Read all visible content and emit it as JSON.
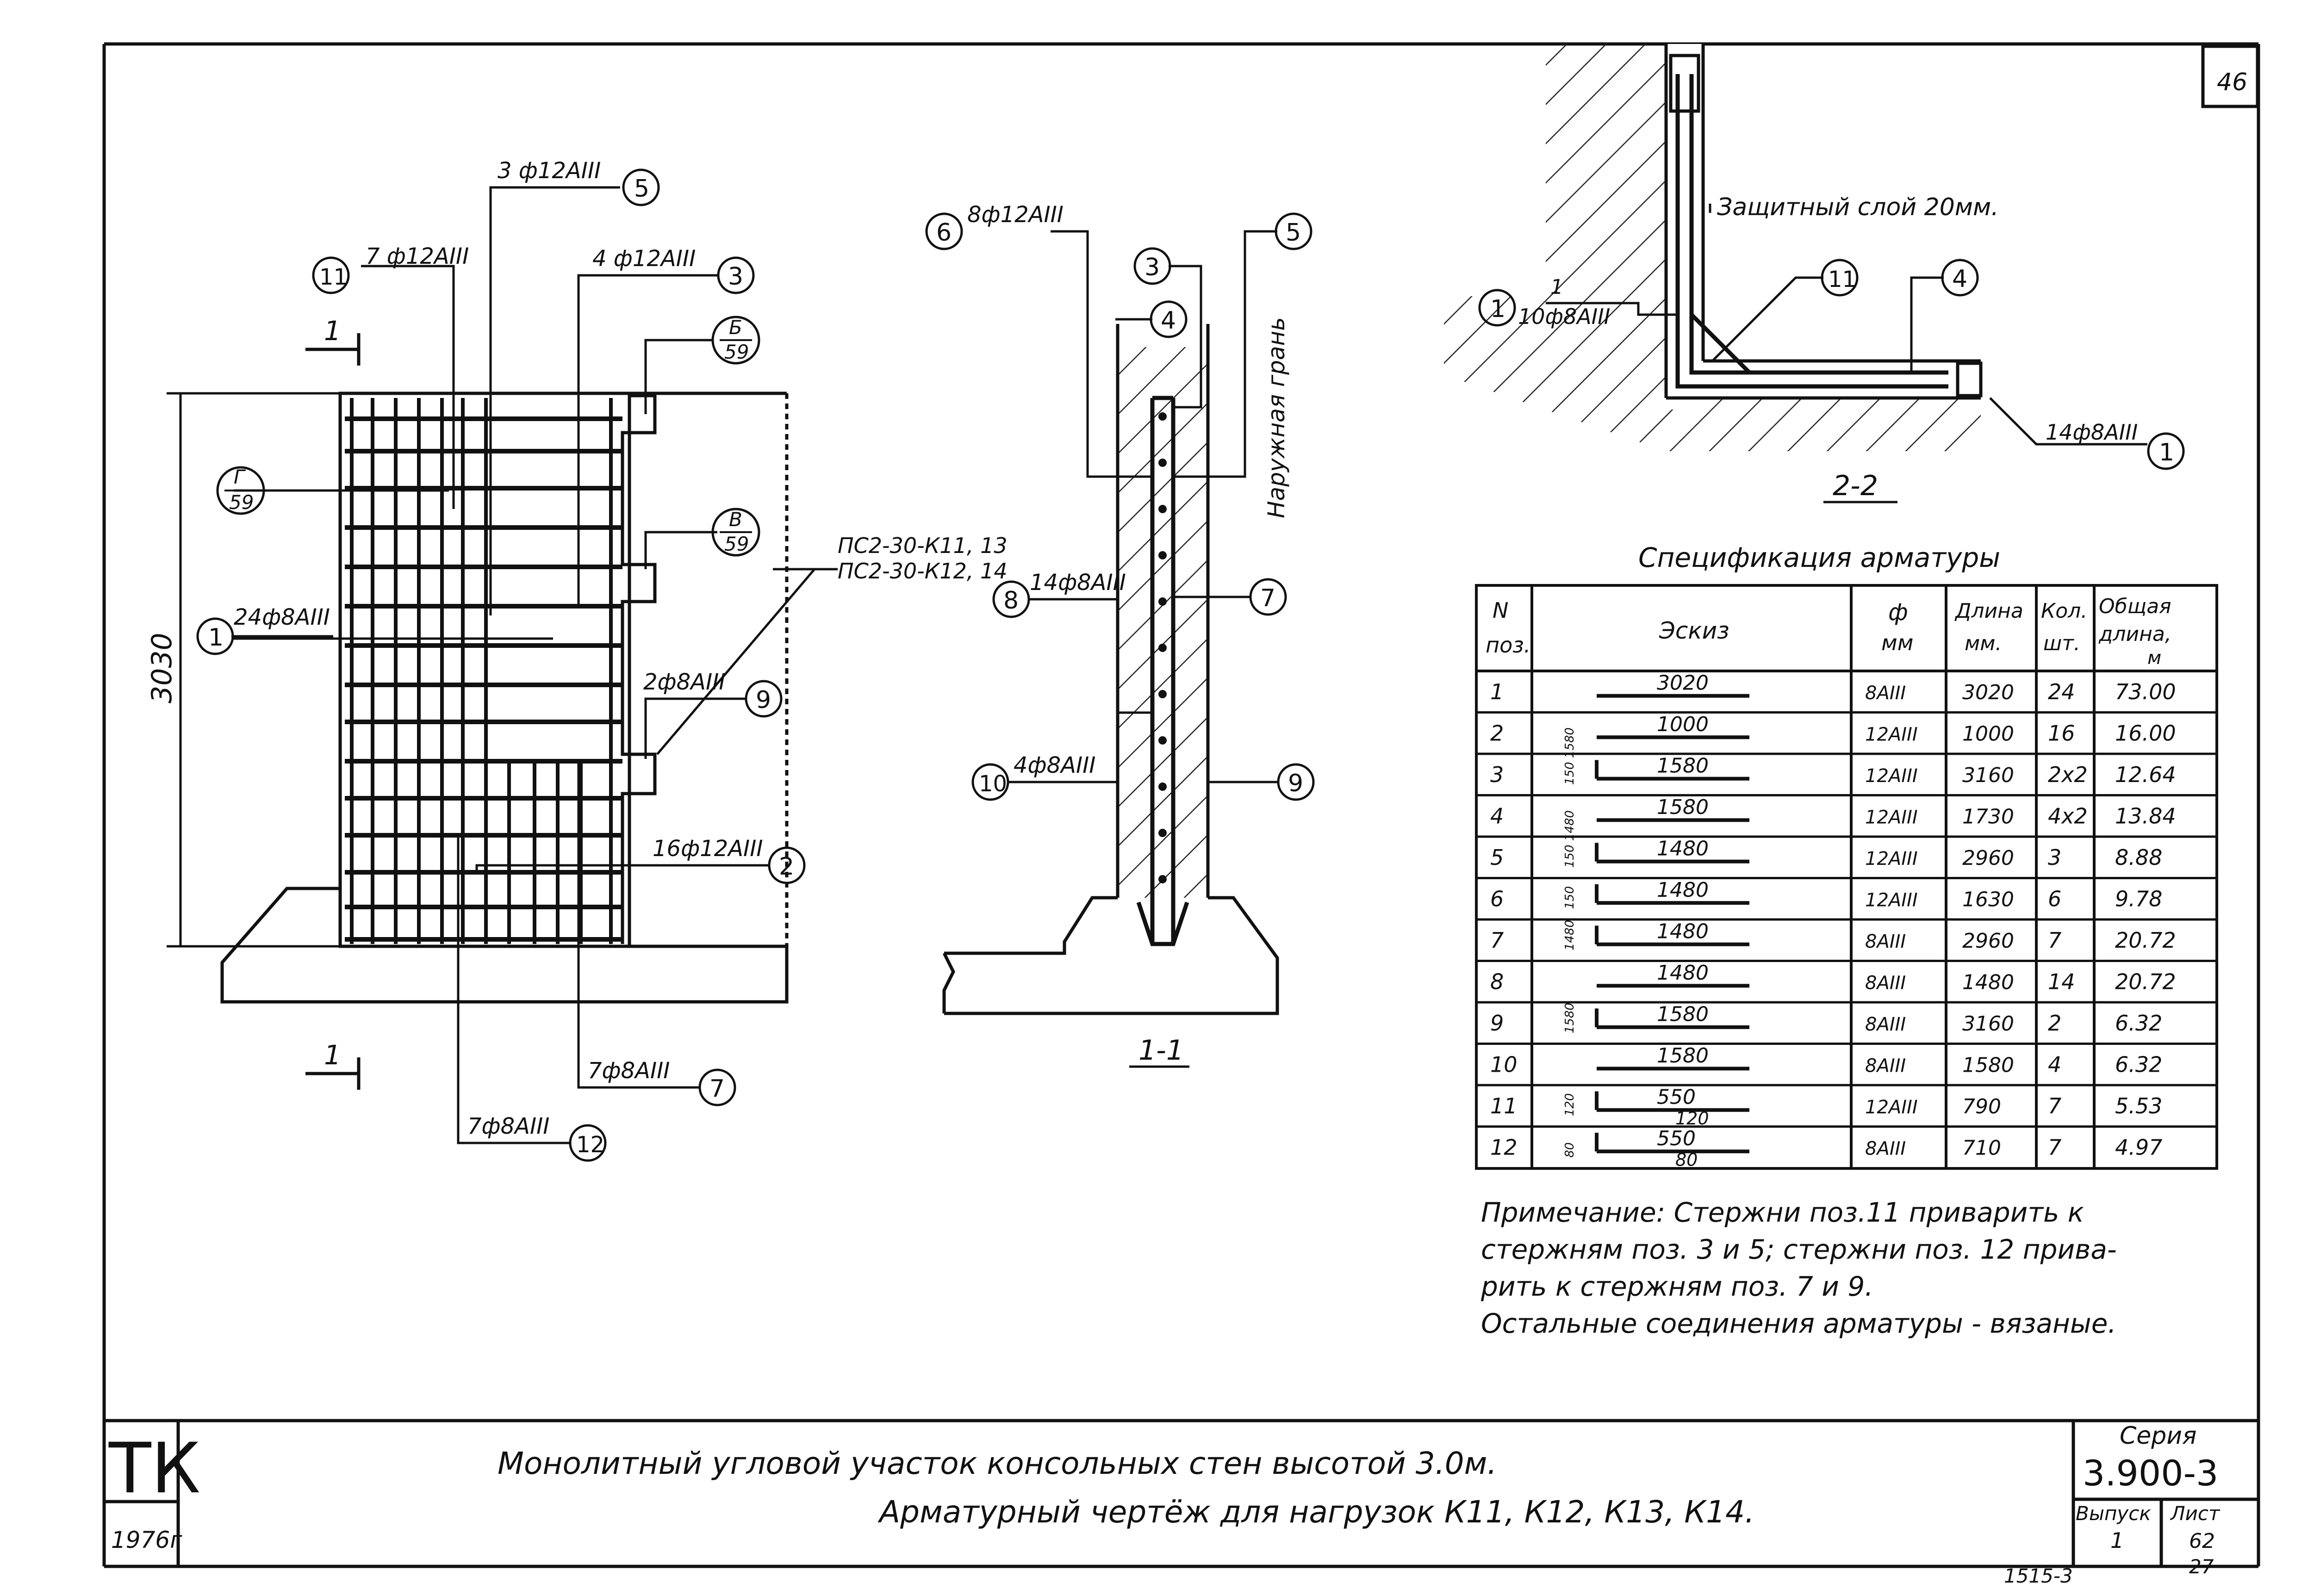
{
  "sheet": {
    "number": "46",
    "title_line1": "Монолитный угловой участок консольных стен высотой 3.0м.",
    "title_line2": "Арматурный чертёж для нагрузок К11, К12, К13, К14.",
    "logo": "ТК",
    "year": "1976г",
    "series_label": "Серия",
    "series_value": "3.900-3",
    "issue_label": "Выпуск",
    "issue_value": "1",
    "sheet_label": "Лист",
    "sheet_value": "62",
    "sheet_extra": "27",
    "stamp_bottom": "1515-3"
  },
  "front_view": {
    "height_dim": "3030",
    "cut_label": "1",
    "callouts": [
      {
        "num": "5",
        "text": "3 ф12АIII"
      },
      {
        "num": "11",
        "text": "7 ф12АIII"
      },
      {
        "num": "3",
        "text": "4 ф12АIII"
      },
      {
        "num": "Б/59",
        "text": ""
      },
      {
        "num": "Г/59",
        "text": ""
      },
      {
        "num": "В/59",
        "text": ""
      },
      {
        "num": "1",
        "text": "24ф8АIII"
      },
      {
        "num": "9",
        "text": "2ф8АIII"
      },
      {
        "num": "2",
        "text": "16ф12АIII"
      },
      {
        "num": "7",
        "text": "7ф8АIII"
      },
      {
        "num": "12",
        "text": "7ф8АIII"
      }
    ],
    "mesh_labels": [
      "ПС2-30-К11, 13",
      "ПС2-30-К12, 14"
    ]
  },
  "section_11": {
    "label": "1-1",
    "outer_face": "Наружная грань",
    "callouts": [
      {
        "num": "6",
        "text": "8ф12АIII"
      },
      {
        "num": "3",
        "text": ""
      },
      {
        "num": "5",
        "text": ""
      },
      {
        "num": "4",
        "text": ""
      },
      {
        "num": "8",
        "text": "14ф8АIII"
      },
      {
        "num": "7",
        "text": ""
      },
      {
        "num": "10",
        "text": "4ф8АIII"
      },
      {
        "num": "9",
        "text": ""
      }
    ]
  },
  "section_22": {
    "label": "2-2",
    "cover_note": "Защитный слой 20мм.",
    "callouts": [
      {
        "num": "1",
        "text": "10ф8АIII",
        "sub": "1"
      },
      {
        "num": "11",
        "text": ""
      },
      {
        "num": "4",
        "text": ""
      },
      {
        "num": "1",
        "text": "14ф8АIII"
      }
    ]
  },
  "spec": {
    "title": "Спецификация арматуры",
    "headers": {
      "pos": [
        "N",
        "поз."
      ],
      "sketch": "Эскиз",
      "dia": [
        "ф",
        "мм"
      ],
      "length": [
        "Длина",
        "мм."
      ],
      "qty": [
        "Кол.",
        "шт."
      ],
      "total": [
        "Общая",
        "длина,",
        "м"
      ]
    },
    "rows": [
      {
        "pos": "1",
        "sketch": "3020",
        "bend": "",
        "dia": "8АIII",
        "len": "3020",
        "qty": "24",
        "total": "73.00"
      },
      {
        "pos": "2",
        "sketch": "1000",
        "bend": "",
        "dia": "12АIII",
        "len": "1000",
        "qty": "16",
        "total": "16.00"
      },
      {
        "pos": "3",
        "sketch": "1580",
        "bend": "150 1580",
        "dia": "12АIII",
        "len": "3160",
        "qty": "2х2",
        "total": "12.64"
      },
      {
        "pos": "4",
        "sketch": "1580",
        "bend": "",
        "dia": "12АIII",
        "len": "1730",
        "qty": "4х2",
        "total": "13.84"
      },
      {
        "pos": "5",
        "sketch": "1480",
        "bend": "150 1480",
        "dia": "12АIII",
        "len": "2960",
        "qty": "3",
        "total": "8.88"
      },
      {
        "pos": "6",
        "sketch": "1480",
        "bend": "150",
        "dia": "12АIII",
        "len": "1630",
        "qty": "6",
        "total": "9.78"
      },
      {
        "pos": "7",
        "sketch": "1480",
        "bend": "1480",
        "dia": "8АIII",
        "len": "2960",
        "qty": "7",
        "total": "20.72"
      },
      {
        "pos": "8",
        "sketch": "1480",
        "bend": "",
        "dia": "8АIII",
        "len": "1480",
        "qty": "14",
        "total": "20.72"
      },
      {
        "pos": "9",
        "sketch": "1580",
        "bend": "1580",
        "dia": "8АIII",
        "len": "3160",
        "qty": "2",
        "total": "6.32"
      },
      {
        "pos": "10",
        "sketch": "1580",
        "bend": "",
        "dia": "8АIII",
        "len": "1580",
        "qty": "4",
        "total": "6.32"
      },
      {
        "pos": "11",
        "sketch": "550",
        "bend": "120",
        "sub": "120",
        "dia": "12АIII",
        "len": "790",
        "qty": "7",
        "total": "5.53"
      },
      {
        "pos": "12",
        "sketch": "550",
        "bend": "80",
        "sub": "80",
        "dia": "8АIII",
        "len": "710",
        "qty": "7",
        "total": "4.97"
      }
    ]
  },
  "note": {
    "line1": "Примечание: Стержни поз.11 приварить к",
    "line2": "стержням поз. 3 и 5; стержни поз. 12 прива-",
    "line3": "рить к стержням поз. 7 и 9.",
    "line4": "Остальные соединения арматуры - вязаные."
  }
}
